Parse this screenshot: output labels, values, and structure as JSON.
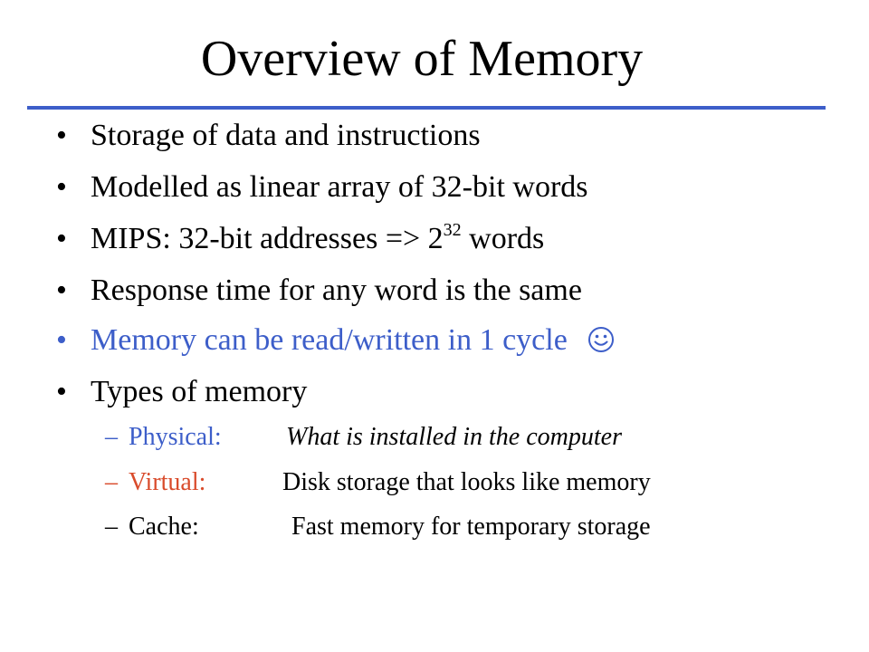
{
  "slide": {
    "title": "Overview of Memory",
    "accent_color": "#3d5ec9",
    "virtual_color": "#d94b2b",
    "bullets": [
      {
        "text": "Storage of data and instructions"
      },
      {
        "text": "Modelled as linear array of 32-bit words"
      },
      {
        "text_before": "MIPS: 32-bit addresses => 2",
        "superscript": "32",
        "text_after": " words"
      },
      {
        "text": "Response time for any word is the same"
      },
      {
        "text": "Memory can be read/written in 1 cycle",
        "icon": "smiley-icon"
      },
      {
        "text": "Types of memory"
      }
    ],
    "bullet_glyph": "•",
    "dash_glyph": "–",
    "memory_types": [
      {
        "label": "Physical:",
        "description": "What is installed in the computer"
      },
      {
        "label": "Virtual:",
        "description": "Disk storage that looks like memory"
      },
      {
        "label": "Cache:",
        "description": "Fast memory for temporary storage"
      }
    ]
  }
}
